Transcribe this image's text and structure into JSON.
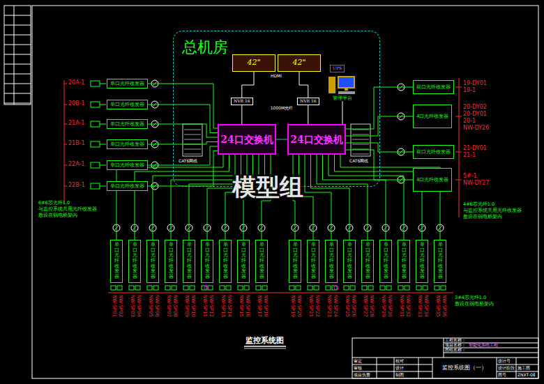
{
  "diagram": {
    "title": "监控系统图",
    "nodes": [
      {
        "text": [
          "总机房"
        ]
      },
      {
        "text": [
          "42\""
        ],
        "in": 0
      },
      {
        "text": [
          "42\""
        ],
        "in": 0
      },
      {
        "text": [
          "UPS"
        ],
        "in": 0
      },
      {
        "text": [
          "管理平台"
        ],
        "in": 0
      },
      {
        "text": [
          "NVR 16"
        ],
        "in": 0
      },
      {
        "text": [
          "NVR 16"
        ],
        "in": 0
      },
      {
        "text": [
          "24口交换机"
        ],
        "in": 0
      },
      {
        "text": [
          "24口交换机"
        ],
        "in": 0
      },
      {
        "text": [
          "单口光纤收发器"
        ]
      },
      {
        "text": [
          "单口光纤收发器"
        ]
      },
      {
        "text": [
          "单口光纤收发器"
        ]
      },
      {
        "text": [
          "单口光纤收发器"
        ]
      },
      {
        "text": [
          "单口光纤收发器"
        ]
      },
      {
        "text": [
          "单口光纤收发器"
        ]
      },
      {
        "text": [
          "双口光纤收发器"
        ]
      },
      {
        "text": [
          "4口光纤收发器"
        ]
      },
      {
        "text": [
          "双口光纤收发器"
        ]
      },
      {
        "text": [
          "4口光纤收发器"
        ]
      },
      {
        "text": [
          "单口光纤收发器"
        ]
      },
      {
        "text": [
          "单口光纤收发器"
        ]
      },
      {
        "text": [
          "单口光纤收发器"
        ]
      },
      {
        "text": [
          "单口光纤收发器"
        ]
      },
      {
        "text": [
          "单口光纤收发器"
        ]
      },
      {
        "text": [
          "单口光纤收发器"
        ]
      },
      {
        "text": [
          "单口光纤收发器"
        ]
      },
      {
        "text": [
          "单口光纤收发器"
        ]
      },
      {
        "text": [
          "单口光纤收发器"
        ]
      },
      {
        "text": [
          "单口光纤收发器"
        ]
      },
      {
        "text": [
          "单口光纤收发器"
        ]
      },
      {
        "text": [
          "单口光纤收发器"
        ]
      },
      {
        "text": [
          "单口光纤收发器"
        ]
      },
      {
        "text": [
          "单口光纤收发器"
        ]
      },
      {
        "text": [
          "单口光纤收发器"
        ]
      },
      {
        "text": [
          "单口光纤收发器"
        ]
      },
      {
        "text": [
          "单口光纤收发器"
        ]
      },
      {
        "text": [
          "单口光纤收发器"
        ]
      }
    ],
    "edges": [
      {
        "from": 1,
        "to": 5,
        "arrow": "none"
      },
      {
        "from": 2,
        "to": 6,
        "arrow": "none"
      },
      {
        "from": 5,
        "to": 7,
        "arrow": "none"
      },
      {
        "from": 6,
        "to": 8,
        "arrow": "none"
      },
      {
        "from": 7,
        "to": 8,
        "arrow": "none"
      },
      {
        "from": 4,
        "to": 8,
        "arrow": "none"
      },
      {
        "from": 9,
        "to": 7,
        "arrow": "none"
      },
      {
        "from": 10,
        "to": 7,
        "arrow": "none"
      },
      {
        "from": 11,
        "to": 7,
        "arrow": "none"
      },
      {
        "from": 12,
        "to": 7,
        "arrow": "none"
      },
      {
        "from": 13,
        "to": 7,
        "arrow": "none"
      },
      {
        "from": 14,
        "to": 7,
        "arrow": "none"
      },
      {
        "from": 15,
        "to": 8,
        "arrow": "none"
      },
      {
        "from": 16,
        "to": 8,
        "arrow": "none"
      },
      {
        "from": 17,
        "to": 8,
        "arrow": "none"
      },
      {
        "from": 18,
        "to": 8,
        "arrow": "none"
      },
      {
        "from": 19,
        "to": 7,
        "arrow": "none"
      },
      {
        "from": 20,
        "to": 7,
        "arrow": "none"
      },
      {
        "from": 21,
        "to": 7,
        "arrow": "none"
      },
      {
        "from": 22,
        "to": 7,
        "arrow": "none"
      },
      {
        "from": 23,
        "to": 7,
        "arrow": "none"
      },
      {
        "from": 24,
        "to": 7,
        "arrow": "none"
      },
      {
        "from": 25,
        "to": 7,
        "arrow": "none"
      },
      {
        "from": 26,
        "to": 7,
        "arrow": "none"
      },
      {
        "from": 27,
        "to": 7,
        "arrow": "none"
      },
      {
        "from": 28,
        "to": 8,
        "arrow": "none"
      },
      {
        "from": 29,
        "to": 8,
        "arrow": "none"
      },
      {
        "from": 30,
        "to": 8,
        "arrow": "none"
      },
      {
        "from": 31,
        "to": 8,
        "arrow": "none"
      },
      {
        "from": 32,
        "to": 8,
        "arrow": "none"
      },
      {
        "from": 33,
        "to": 8,
        "arrow": "none"
      },
      {
        "from": 34,
        "to": 8,
        "arrow": "none"
      },
      {
        "from": 35,
        "to": 8,
        "arrow": "none"
      },
      {
        "from": 36,
        "to": 8,
        "arrow": "none"
      }
    ],
    "labels": [
      "20A-1",
      "20B-1",
      "21A-1",
      "21B-1",
      "22A-1",
      "22B-1",
      "6#6芯光纤1.0",
      "与监控系统共用光纤收发器",
      "敷设在弱电桥架内",
      "19-DY01",
      "19-1",
      "20-DY02",
      "20-DY01",
      "20-1",
      "NW-DY26",
      "21-DY01",
      "21-1",
      "5#-1",
      "NW-DY27",
      "4#6芯光纤1.0",
      "与监控系统共用光纤收发器",
      "敷设在弱电桥架内",
      "HDMI",
      "1000M光纤",
      "CAT6网线",
      "CAT6网线",
      "模型组",
      "NW-SP01",
      "NW-SP02",
      "NW-SP03",
      "NW-SP04",
      "NW-SP05",
      "NW-SP06",
      "NW-SP07",
      "NW-SP08",
      "NW-SP09",
      "NW-SP10",
      "NW-SP11",
      "NW-SP12",
      "NW-SP13",
      "NW-SP14",
      "NW-SP15",
      "NW-SP16",
      "NW-SP17",
      "NW-SP18",
      "NW-SP19",
      "NW-SP20",
      "NW-SP21",
      "NW-SP22",
      "NW-SP23",
      "NW-SP24",
      "NW-SP25",
      "NW-SP26",
      "NW-SP27",
      "NW-SP28",
      "NW-SP29",
      "NW-SP30",
      "NW-SP31",
      "NW-SP32",
      "NW-SP33",
      "NW-SP34",
      "NW-SP35",
      "NW-SP36",
      "3#4芯光纤1.0",
      "敷设在弱电桥架内",
      "工程名称：",
      "项目名称：",
      "智能化系统工程",
      "图纸名称：",
      "审定",
      "审核",
      "项目负责",
      "校对",
      "设计",
      "制图",
      "监控系统图（一）",
      "设计号",
      "设计阶段",
      "施工图",
      "图号",
      "ZNXT-08"
    ]
  }
}
